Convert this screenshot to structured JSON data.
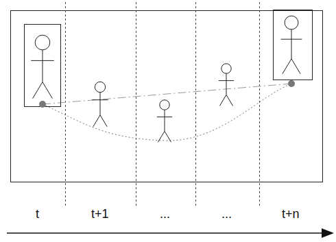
{
  "diagram": {
    "labels": [
      "t",
      "t+1",
      "...",
      "...",
      "t+n"
    ]
  }
}
